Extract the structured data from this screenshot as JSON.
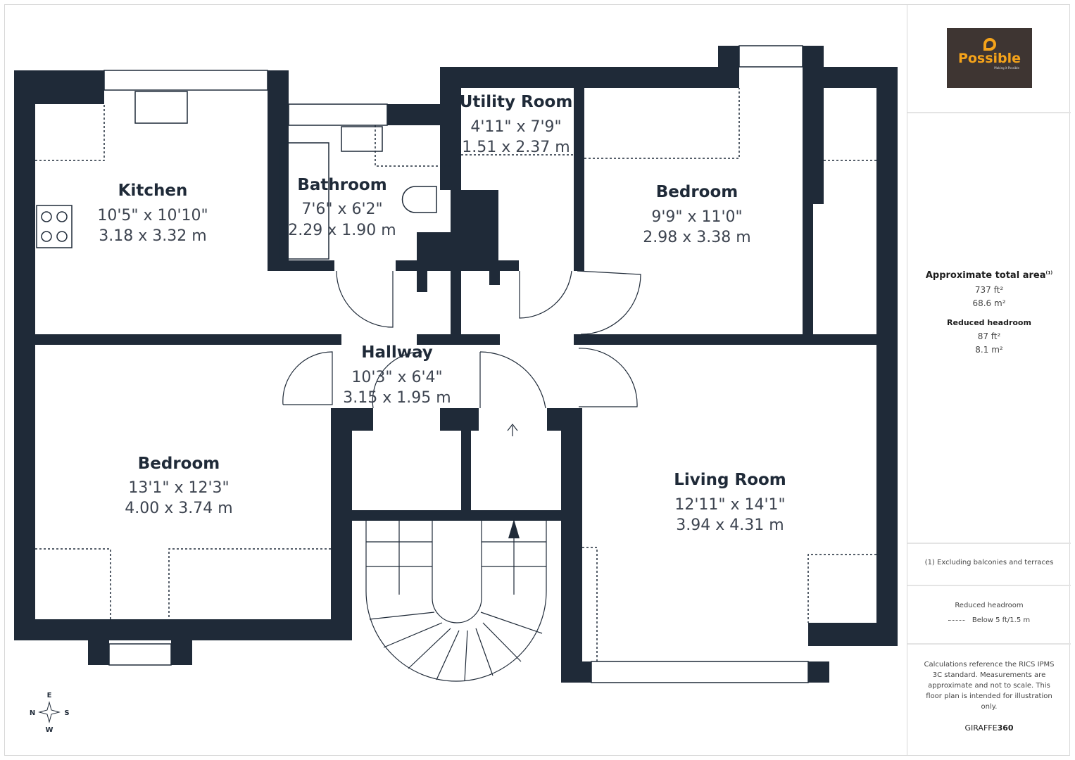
{
  "rooms": [
    {
      "name": "Kitchen",
      "imperial": "10'5\" x 10'10\"",
      "metric": "3.18 x 3.32 m"
    },
    {
      "name": "Bathroom",
      "imperial": "7'6\" x 6'2\"",
      "metric": "2.29 x 1.90 m"
    },
    {
      "name": "Utility Room",
      "imperial": "4'11\" x 7'9\"",
      "metric": "1.51 x 2.37 m"
    },
    {
      "name": "Bedroom",
      "imperial": "9'9\" x 11'0\"",
      "metric": "2.98 x 3.38 m"
    },
    {
      "name": "Hallway",
      "imperial": "10'3\" x 6'4\"",
      "metric": "3.15 x 1.95 m"
    },
    {
      "name": "Bedroom",
      "imperial": "13'1\" x 12'3\"",
      "metric": "4.00 x 3.74 m"
    },
    {
      "name": "Living Room",
      "imperial": "12'11\" x 14'1\"",
      "metric": "3.94 x 4.31 m"
    }
  ],
  "compass": {
    "n": "N",
    "e": "E",
    "s": "S",
    "w": "W"
  },
  "logo": {
    "brand": "Possible",
    "tagline": "Making it Possible"
  },
  "area": {
    "title": "Approximate total area",
    "footnote_mark": "(1)",
    "ft": "737 ft²",
    "m": "68.6 m²",
    "reduced_title": "Reduced headroom",
    "reduced_ft": "87 ft²",
    "reduced_m": "8.1 m²"
  },
  "footnote": "(1) Excluding balconies and terraces",
  "legend": {
    "title": "Reduced headroom",
    "item": "Below 5 ft/1.5 m"
  },
  "disclaimer": "Calculations reference the RICS IPMS 3C standard. Measurements are approximate and not to scale. This floor plan is intended for illustration only.",
  "credit": {
    "a": "GIRAFFE",
    "b": "360"
  },
  "colors": {
    "wall": "#1f2a38",
    "logo_bg": "#3e3532",
    "logo_accent": "#f5a31a"
  }
}
